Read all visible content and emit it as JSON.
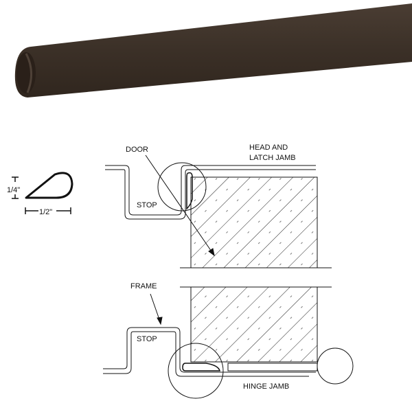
{
  "product": {
    "color": "#3b3027",
    "highlight": "#4a3d33"
  },
  "profile": {
    "height_label": "1/4\"",
    "width_label": "1/2\""
  },
  "labels": {
    "door": "DOOR",
    "head_latch_jamb_line1": "HEAD AND",
    "head_latch_jamb_line2": "LATCH JAMB",
    "stop_upper": "STOP",
    "frame": "FRAME",
    "stop_lower": "STOP",
    "hinge_jamb": "HINGE JAMB"
  }
}
